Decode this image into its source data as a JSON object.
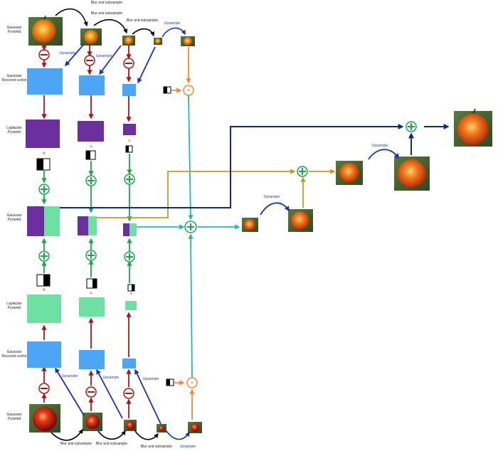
{
  "rows": {
    "top_gaussian": "Gaussian Pyramid",
    "top_reconstruction": "Gaussian Reconstr-uction",
    "top_laplacian": "Laplacian Pyramid",
    "mid_gaussian": "Gaussian Pyramid",
    "bot_laplacian": "Laplacian Pyramid",
    "bot_reconstruction": "Gaussian Reconstr-uction",
    "bot_gaussian": "Gaussian Pyramid"
  },
  "annotations": {
    "blur_subsample": "Blur and subsample",
    "upsample": "Upsample"
  },
  "colors": {
    "blue_box": "#4da6f5",
    "purple": "#6b2fa0",
    "mint": "#6ee0a2",
    "red": "#b01515",
    "green": "#1aa84a",
    "orange": "#ee8a3a",
    "teal": "#22b8b8",
    "navy": "#0d2a80",
    "gold": "#c9991a",
    "black": "#000000"
  },
  "icons": [
    "apple-image",
    "subtract-operator-icon",
    "add-operator-icon",
    "multiply-operator-icon",
    "mask-icon",
    "arrow-icon"
  ]
}
